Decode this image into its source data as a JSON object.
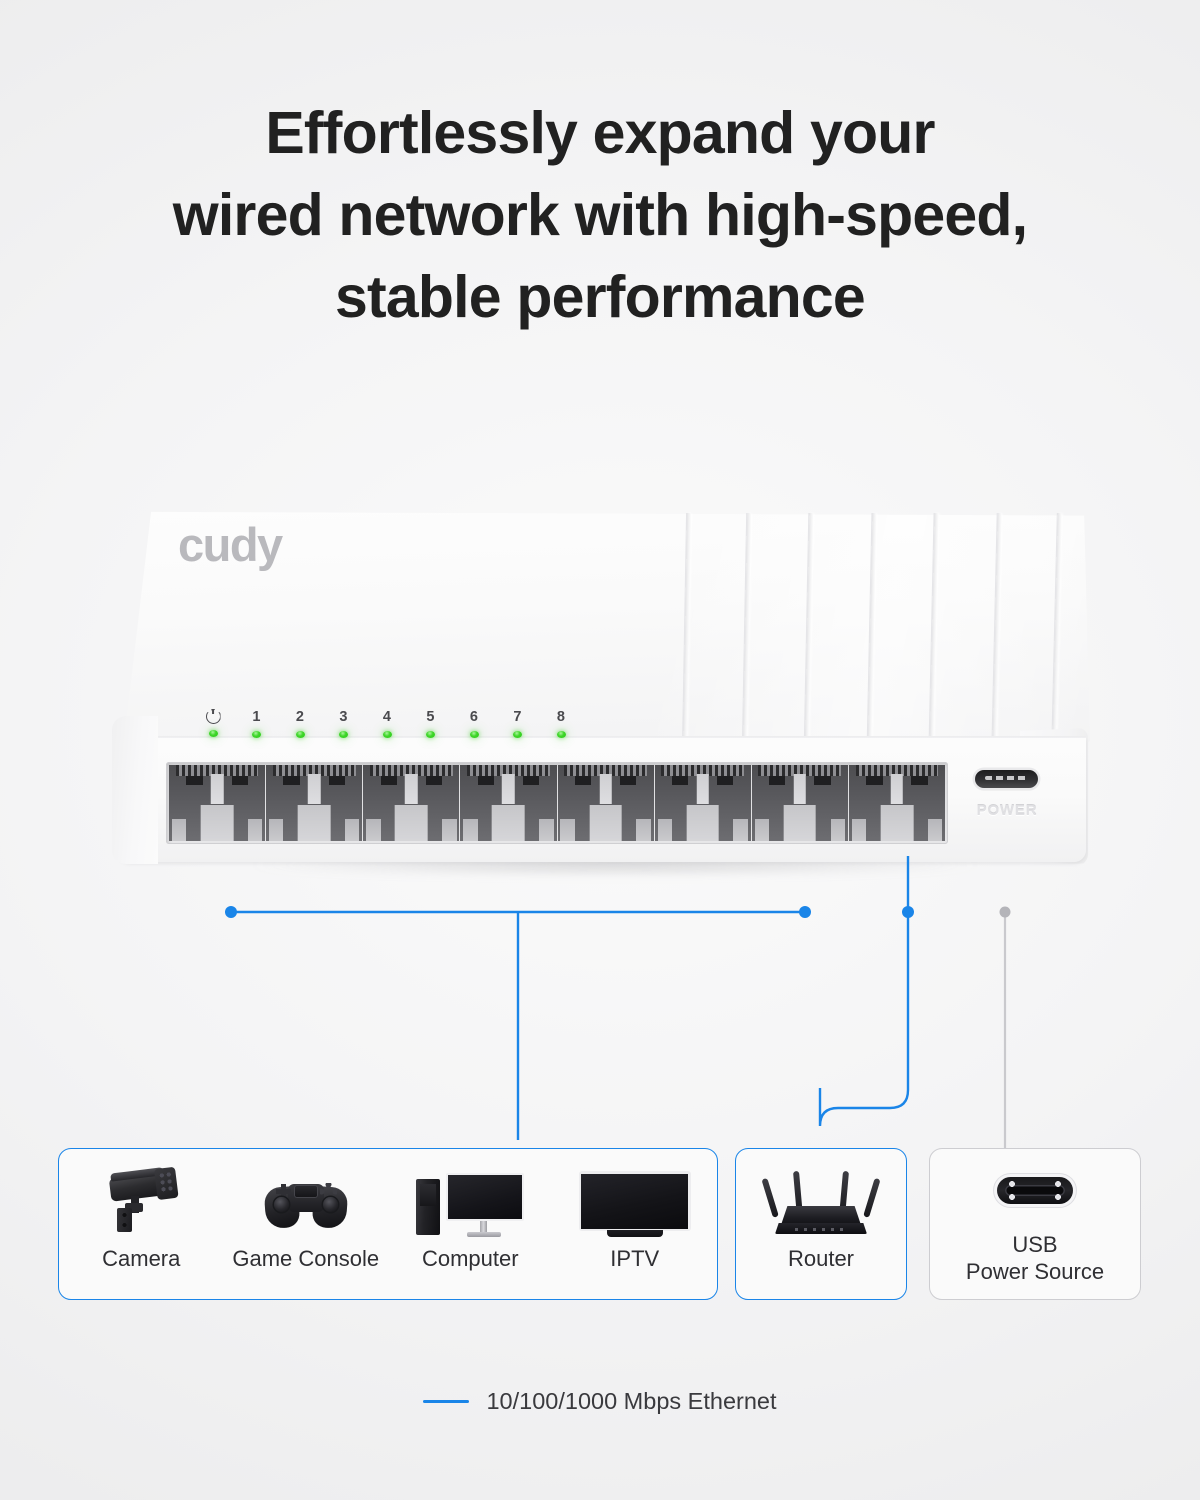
{
  "headline": {
    "line1": "Effortlessly expand your",
    "line2": "wired network with high-speed,",
    "line3": "stable performance"
  },
  "device": {
    "brand_logo": "cudy",
    "power_port_label": "POWER",
    "led_labels": [
      "⏻",
      "1",
      "2",
      "3",
      "4",
      "5",
      "6",
      "7",
      "8"
    ],
    "ethernet_port_count": 8,
    "led_color": "#28cc14",
    "body_color": "#fafafa"
  },
  "callouts": {
    "devices_box": {
      "border_color": "#1a85e8",
      "items": [
        {
          "label": "Camera",
          "icon": "security-camera-icon"
        },
        {
          "label": "Game Console",
          "icon": "game-controller-icon"
        },
        {
          "label": "Computer",
          "icon": "desktop-computer-icon"
        },
        {
          "label": "IPTV",
          "icon": "television-icon"
        }
      ]
    },
    "router_box": {
      "border_color": "#1a85e8",
      "label": "Router",
      "icon": "wifi-router-icon"
    },
    "usb_box": {
      "border_color": "#cdcdd1",
      "label_line1": "USB",
      "label_line2": "Power Source",
      "icon": "usb-c-connector-icon"
    }
  },
  "legend": {
    "line_color": "#1a85e8",
    "text": "10/100/1000 Mbps Ethernet"
  }
}
